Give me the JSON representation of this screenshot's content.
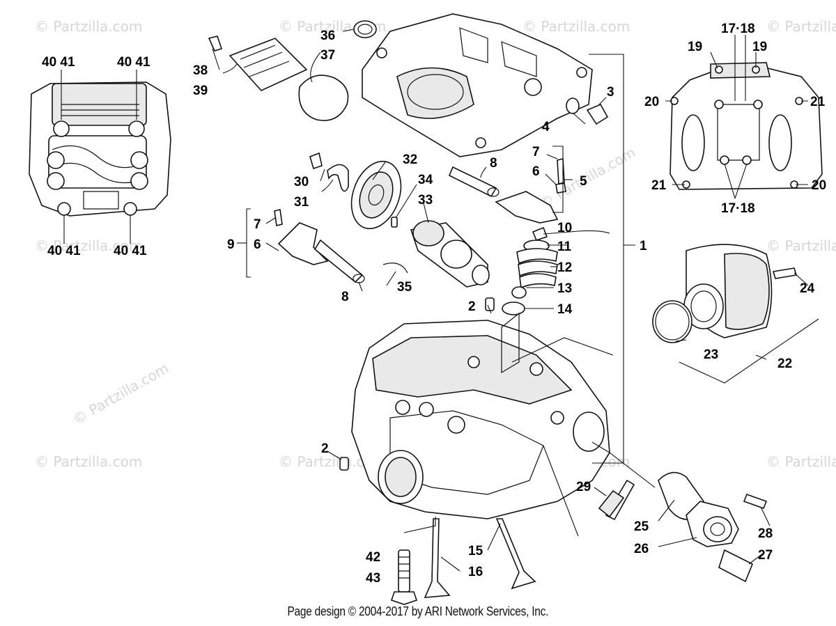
{
  "footer": "Page design © 2004-2017 by ARI Network Services, Inc.",
  "watermark": "© Partzilla.com",
  "colors": {
    "ink": "#111111",
    "watermark": "#d6d6d6",
    "background": "#ffffff"
  },
  "callouts": {
    "c1": "1",
    "c2a": "2",
    "c2b": "2",
    "c3": "3",
    "c4": "4",
    "c5": "5",
    "c6a": "6",
    "c6b": "6",
    "c7a": "7",
    "c7b": "7",
    "c8a": "8",
    "c8b": "8",
    "c9": "9",
    "c10": "10",
    "c11": "11",
    "c12": "12",
    "c13": "13",
    "c14": "14",
    "c15": "15",
    "c16": "16",
    "c1718a": "17·18",
    "c1718b": "17·18",
    "c19a": "19",
    "c19b": "19",
    "c20a": "20",
    "c20b": "20",
    "c21a": "21",
    "c21b": "21",
    "c22": "22",
    "c23": "23",
    "c24": "24",
    "c25": "25",
    "c26": "26",
    "c27": "27",
    "c28": "28",
    "c29": "29",
    "c30": "30",
    "c31": "31",
    "c32": "32",
    "c33": "33",
    "c34": "34",
    "c35": "35",
    "c36": "36",
    "c37": "37",
    "c38": "38",
    "c39": "39",
    "c4041a": "40 41",
    "c4041b": "40 41",
    "c4041c": "40 41",
    "c4041d": "40 41",
    "c42": "42",
    "c43": "43"
  }
}
